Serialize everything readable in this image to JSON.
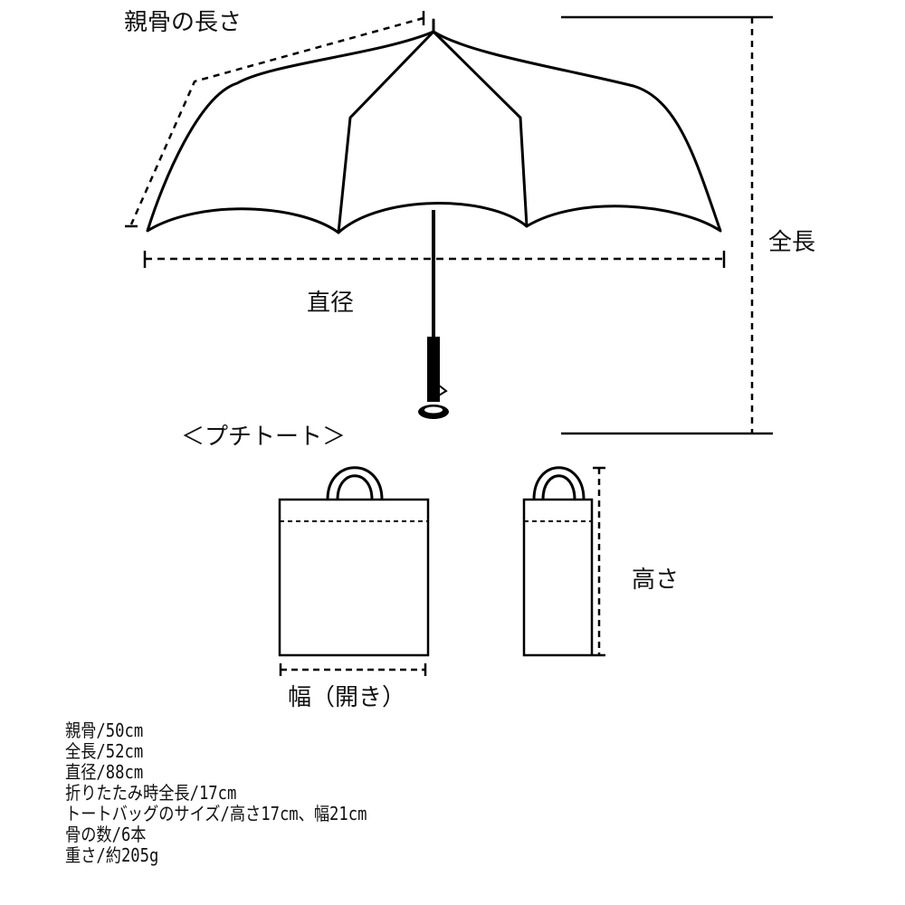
{
  "labels": {
    "rib_length": "親骨の長さ",
    "total_length": "全長",
    "diameter": "直径",
    "tote_title": "＜プチトート＞",
    "height": "高さ",
    "width_open": "幅（開き）"
  },
  "specs": [
    "親骨/50cm",
    "全長/52cm",
    "直径/88cm",
    "折りたたみ時全長/17cm",
    "トートバッグのサイズ/高さ17cm、幅21cm",
    "骨の数/6本",
    "重さ/約205g"
  ]
}
